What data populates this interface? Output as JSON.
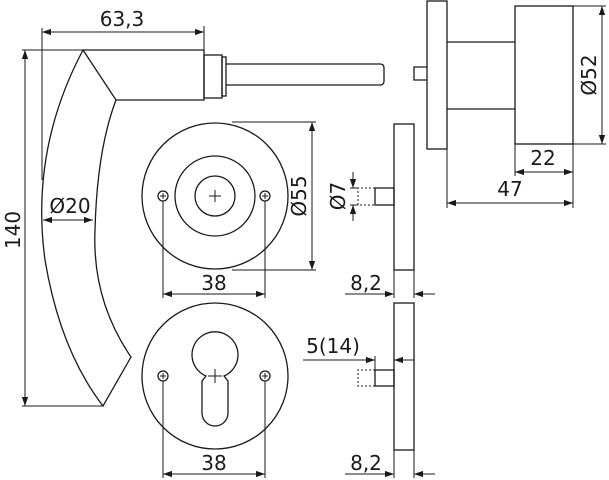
{
  "dimensions": {
    "lever_length": "63,3",
    "lever_height": "140",
    "lever_grip_diameter": "Ø20",
    "rosette_diameter": "Ø55",
    "spindle_diameter": "Ø7",
    "rosette_hole_spacing": "38",
    "rosette_thickness": "8,2",
    "cylinder_rosette_hole_spacing": "38",
    "cylinder_projection": "5(14)",
    "cylinder_rosette_thickness": "8,2",
    "knob_diameter": "Ø52",
    "knob_depth": "22",
    "knob_projection": "47"
  },
  "colors": {
    "line": "#1a1a1a",
    "background": "#ffffff"
  }
}
